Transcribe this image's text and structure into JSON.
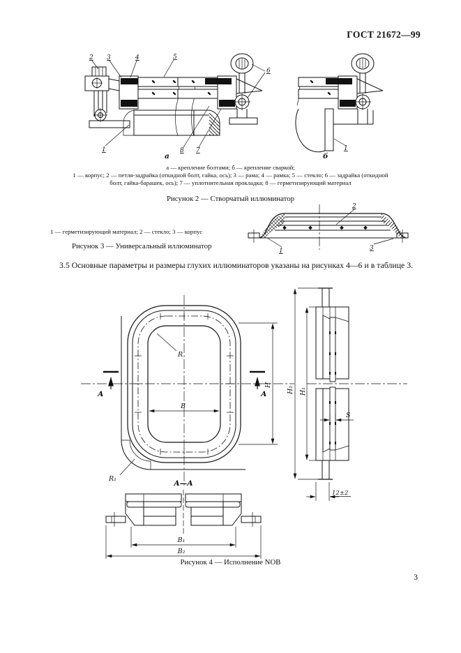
{
  "header": {
    "doc_number": "ГОСТ 21672—99"
  },
  "figure2": {
    "callouts": {
      "n1": "1",
      "n2": "2",
      "n3": "3",
      "n4": "4",
      "n5": "5",
      "n6": "6",
      "n7": "7",
      "n8": "8",
      "va": "а",
      "vb": "б"
    },
    "legend_line1": "а — крепление болтами; б — крепление сваркой;",
    "legend_line2": "1 — корпус; 2 — петля-задрайка (откидной болт, гайка, ось); 3 — рама; 4 — рамка; 5 — стекло; 6 — задрайка (откидной",
    "legend_line3": "болт, гайка-барашек, ось); 7 — уплотнительная прокладка; 8 — герметизирующий материал",
    "caption": "Рисунок 2 — Створчатый иллюминатор"
  },
  "figure3": {
    "callouts": {
      "n1": "1",
      "n2": "2",
      "n3": "3"
    },
    "legend": "1 — герметизирующий материал; 2 — стекло; 3 — корпус",
    "caption": "Рисунок 3 — Универсальный иллюминатор"
  },
  "body": {
    "para_3_5": "3.5 Основные параметры и размеры глухих иллюминаторов указаны на рисунках 4—6 и в таблице 3."
  },
  "figure4": {
    "section_mark": "А",
    "section_view_title": "А—А",
    "dims": {
      "R": "R",
      "R1": "R₁",
      "B": "В",
      "H": "Н",
      "H1": "Н₁",
      "H2": "Н₂",
      "S": "S",
      "tol": "12±2",
      "B1": "В₁",
      "B2": "В₂"
    },
    "caption": "Рисунок 4 — Исполнение NOB"
  },
  "footer": {
    "page_number": "3"
  },
  "colors": {
    "ink": "#111111",
    "paper": "#ffffff"
  }
}
